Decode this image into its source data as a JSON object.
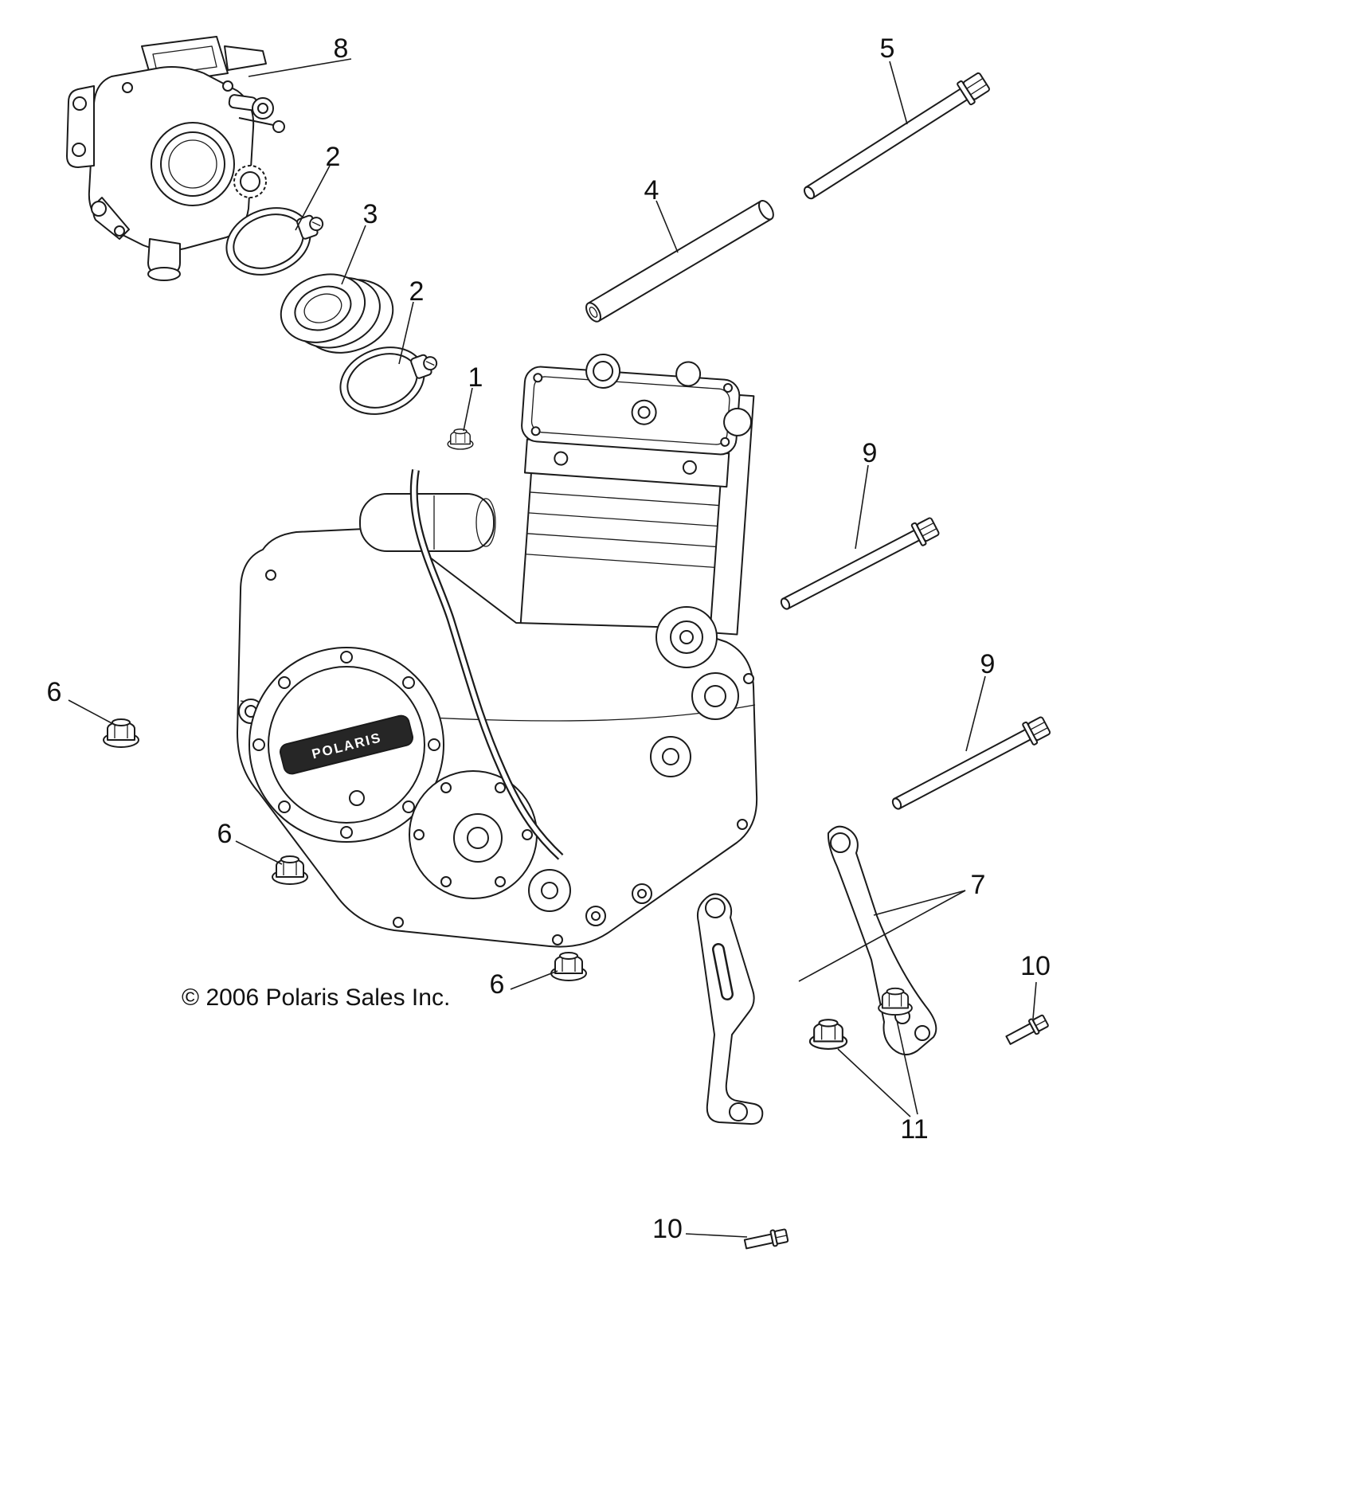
{
  "page": {
    "background": "#ffffff",
    "line_color": "#1b1b1b"
  },
  "diagram": {
    "copyright": "© 2006 Polaris Sales Inc.",
    "cover_logo": "POLARIS",
    "callouts": [
      {
        "label": "8",
        "part": "throttle-body"
      },
      {
        "label": "2",
        "part": "clamp-upper"
      },
      {
        "label": "3",
        "part": "intake-boot"
      },
      {
        "label": "2",
        "part": "clamp-lower"
      },
      {
        "label": "1",
        "part": "flange-nut-small"
      },
      {
        "label": "4",
        "part": "mounting-tube"
      },
      {
        "label": "5",
        "part": "through-bolt-upper"
      },
      {
        "label": "9",
        "part": "mount-bolt-middle"
      },
      {
        "label": "9",
        "part": "mount-bolt-lower"
      },
      {
        "label": "6",
        "part": "flange-nut-left"
      },
      {
        "label": "6",
        "part": "flange-nut-mid"
      },
      {
        "label": "6",
        "part": "flange-nut-bottom"
      },
      {
        "label": "7",
        "part": "engine-mount-brackets"
      },
      {
        "label": "10",
        "part": "bracket-bolt-upper"
      },
      {
        "label": "11",
        "part": "bracket-flange-nuts"
      },
      {
        "label": "10",
        "part": "bracket-bolt-lower"
      }
    ]
  }
}
